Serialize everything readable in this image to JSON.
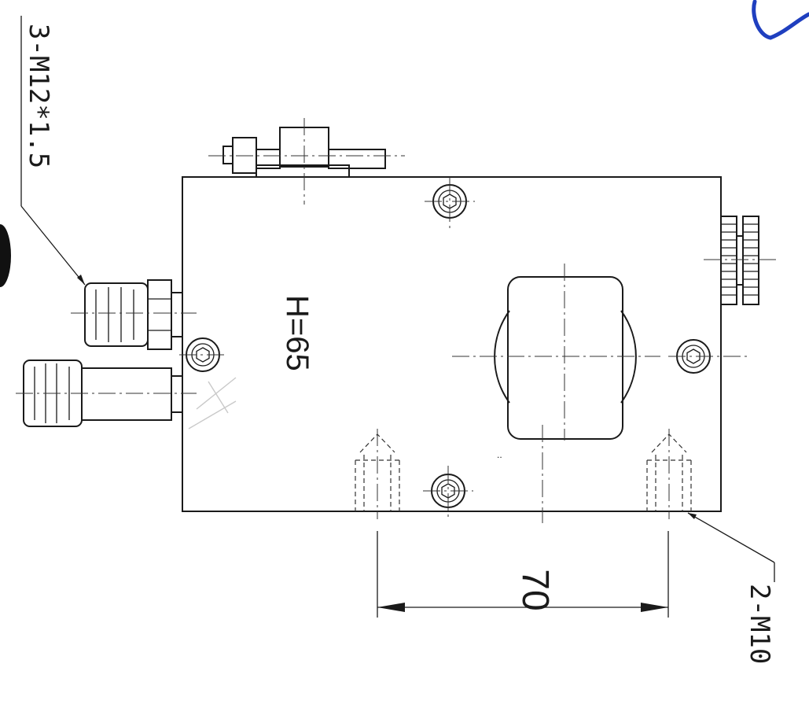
{
  "labels": {
    "thread_ports": "3-M12*1.5",
    "height": "H=65",
    "spacing": "70",
    "mount_threads": "2-M10"
  },
  "colors": {
    "line": "#1a1a1a",
    "pen_mark": "#1f3fbf",
    "background": "#ffffff"
  }
}
